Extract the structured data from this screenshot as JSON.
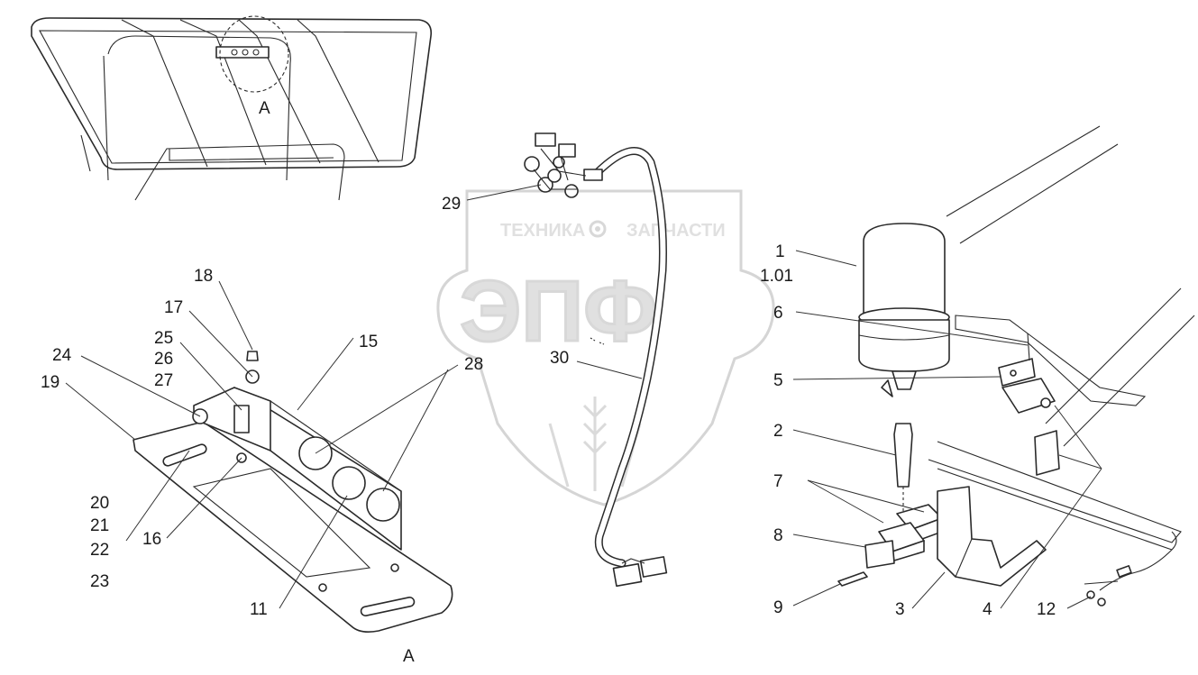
{
  "watermark": {
    "top_left": "ТЕХНИКА",
    "top_right": "ЗАПЧАСТИ",
    "big": "ЭПФ",
    "gear": "gear-icon"
  },
  "views": {
    "detail_marker": "A",
    "detail_caption": "A"
  },
  "callouts": [
    "1",
    "1.01",
    "2",
    "3",
    "4",
    "5",
    "6",
    "7",
    "8",
    "9",
    "11",
    "12",
    "15",
    "16",
    "17",
    "18",
    "19",
    "20",
    "21",
    "22",
    "23",
    "24",
    "25",
    "26",
    "27",
    "28",
    "29",
    "30"
  ]
}
